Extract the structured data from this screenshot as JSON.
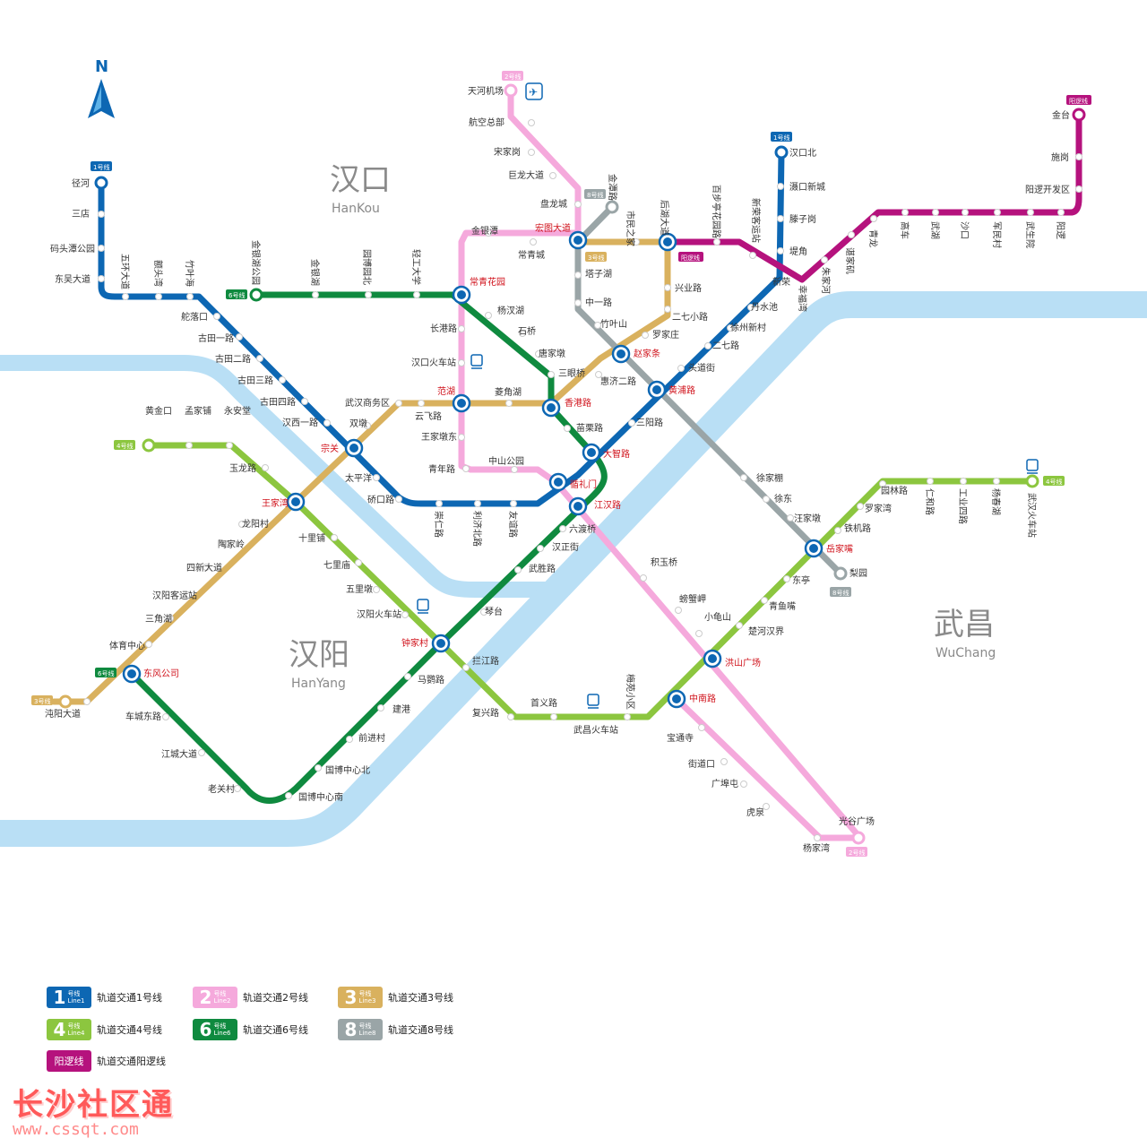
{
  "districts": {
    "hankou": {
      "cn": "汉口",
      "en": "HanKou"
    },
    "hanyang": {
      "cn": "汉阳",
      "en": "HanYang"
    },
    "wuchang": {
      "cn": "武昌",
      "en": "WuChang"
    }
  },
  "compass": {
    "letter": "N"
  },
  "colors": {
    "river": "#b9dff5",
    "line1": "#0d67b3",
    "line2": "#f5a9dc",
    "line3": "#d9b15e",
    "line4": "#8cc63f",
    "line6": "#0f8a3f",
    "line8": "#9aa5a7",
    "yangluo": "#b5127d"
  },
  "line_tags": {
    "line1_top": "1号线",
    "line1_left": "1号线",
    "line2_top": "2号线",
    "line2_bottom": "2号线",
    "line3_top": "3号线",
    "line3_left": "3号线",
    "line4_left": "4号线",
    "line4_right": "4号线",
    "line6_top": "6号线",
    "line6_left": "6号线",
    "line8_top": "8号线",
    "line8_bottom": "8号线",
    "yangluo_mid": "阳逻线",
    "yangluo_top": "阳逻线"
  },
  "stations": {
    "jinghe": "径河",
    "sandian": "三店",
    "matouta": "码头潭公园",
    "dongwu": "东吴大道",
    "wuhuan": "五环大道",
    "etouwan": "额头湾",
    "zhuyehai": "竹叶海",
    "qiaokou_luo": "舵落口",
    "gutian1": "古田一路",
    "gutian2": "古田二路",
    "gutian3": "古田三路",
    "gutian4": "古田四路",
    "hanxi1": "汉西一路",
    "zongguan": "宗关",
    "taipingyang": "太平洋",
    "qiaokoulu": "硚口路",
    "chongrenlu": "崇仁路",
    "lijibeilu": "利济北路",
    "youyilu": "友谊路",
    "xunlimen": "循礼门",
    "dazhilu": "大智路",
    "sanyanglu": "三阳路",
    "huangpulu": "黄浦路",
    "toudaojie": "头道街",
    "erqilu": "二七路",
    "xuzhouxincun": "徐州新村",
    "danshuichi": "丹水池",
    "xinrong": "新荣",
    "diijiao": "堤角",
    "tanzihu": "滕子岗",
    "tanzixincheng": "滠口新城",
    "hankoubei": "汉口北",
    "tianhejichang": "天河机场",
    "hangkongzongbu": "航空总部",
    "songjiagang": "宋家岗",
    "julongdadao": "巨龙大道",
    "panlongcheng": "盘龙城",
    "hongtudadao": "宏图大道",
    "jinyintan": "金银潭",
    "changqingcheng": "常青城",
    "changqinghuayuan": "常青花园",
    "changgang": "长港路",
    "hankouhuochezhan": "汉口火车站",
    "fanhu": "范湖",
    "wangjiadun": "王家墩东",
    "qingnianlu": "青年路",
    "zhongshangongyuan": "中山公园",
    "jianghanlu": "江汉路",
    "jiyuqiao": "积玉桥",
    "pipagang": "螃蟹岬",
    "xiaoguishan": "小龟山",
    "hongshanguangchang": "洪山广场",
    "zhongnanlu": "中南路",
    "baotongsi": "宝通寺",
    "jiedaokou": "街道口",
    "guangbutun": "广埠屯",
    "huquan": "虎泉",
    "yangjiawan": "杨家湾",
    "guangguguangchang": "光谷广场",
    "wuhanshangwuqu": "武汉商务区",
    "shuangdun": "双墩",
    "yunfeilu": "云飞路",
    "lingjiaohu": "菱角湖",
    "xianggang": "香港路",
    "huijierlu": "惠济二路",
    "zhaojiatiao": "赵家条",
    "luojiazhuang": "罗家庄",
    "erqixiaolu": "二七小路",
    "xingyelu": "兴业路",
    "houhu": "后湖大道",
    "shiminzhijia": "市民之家",
    "wangjiawan": "王家湾",
    "longyangcun": "龙阳村",
    "taojialing": "陶家岭",
    "sixindadao": "四新大道",
    "hanyangkeyun": "汉阳客运站",
    "sanjiaohu": "三角湖",
    "tiyuzhongxin": "体育中心",
    "dongfenggongsi": "东风公司",
    "zhuanyangdadao": "沌阳大道",
    "huangjinkou": "黄金口",
    "mengjiapu": "孟家铺",
    "yonganbao": "永安堂",
    "yulonglu": "玉龙路",
    "shilipu": "十里铺",
    "qilimiao": "七里庙",
    "wulidun": "五里墩",
    "hanyanghuochezhan": "汉阳火车站",
    "zhongjiacun": "钟家村",
    "lanjiang": "拦江路",
    "fuxinglu": "复兴路",
    "shouyilu": "首义路",
    "wuchanghuochezhan": "武昌火车站",
    "meiyuanxiaoqu": "梅苑小区",
    "chuhehanjie": "楚河汉界",
    "qingyuzui": "青鱼嘴",
    "dongting": "东亭",
    "yuejiazui": "岳家嘴",
    "tiejilu": "铁机路",
    "luojiawan": "罗家湾",
    "yuanlinlu": "园林路",
    "renhelu": "仁和路",
    "gongyesilu": "工业四路",
    "yangchunhu": "杨春湖",
    "wuhanhuochezhan": "武汉火车站",
    "jinyinhugongyuan": "金银湖公园",
    "jinyinhu": "金银湖",
    "yuanboyuanbei": "园博园北",
    "qinggongdaxue": "轻工大学",
    "yangchahu": "杨汊湖",
    "shiqiao": "石桥",
    "tangjiadun": "唐家墩",
    "sanyanqiao": "三眼桥",
    "miaolilu": "苗栗路",
    "liudu": "六渡桥",
    "hanzhengjie": "汉正街",
    "wushenglu": "武胜路",
    "qintai": "琴台",
    "maying": "马鹦路",
    "jiangang": "建港",
    "qianjincun": "前进村",
    "guobozhongxinbei": "国博中心北",
    "guobozhongxinnan": "国博中心南",
    "laoguancun": "老关村",
    "jiangchengdadao": "江城大道",
    "chechengdonglu": "车城东路",
    "jintanlu": "金潭路",
    "tazihu": "塔子湖",
    "zhongyilu": "中一路",
    "zhuyeshan": "竹叶山",
    "xujiapeng": "徐家棚",
    "xudong": "徐东",
    "wangjiadun2": "汪家墩",
    "liyuan": "梨园",
    "baibuting": "百步亭花园路",
    "xinrongkeyunzhan": "新荣客运站",
    "xinrongcun": "幸福湾",
    "zhujiahe": "朱家河",
    "tanjiadun": "谌家矶",
    "qinglong": "青龙",
    "gaoche": "高车",
    "wuhu": "武湖",
    "shakou": "沙口",
    "junmincun": "军民村",
    "wushengyuan": "武生院",
    "yangluo": "阳逻",
    "yangluokaifaqu": "阳逻开发区",
    "xugang": "施岗",
    "jintai": "金台"
  },
  "legend": [
    {
      "num": "1",
      "cn": "号线",
      "en": "Line1",
      "text": "轨道交通1号线",
      "color": "#0d67b3"
    },
    {
      "num": "2",
      "cn": "号线",
      "en": "Line2",
      "text": "轨道交通2号线",
      "color": "#f5a9dc"
    },
    {
      "num": "3",
      "cn": "号线",
      "en": "Line3",
      "text": "轨道交通3号线",
      "color": "#d9b15e"
    },
    {
      "num": "4",
      "cn": "号线",
      "en": "Line4",
      "text": "轨道交通4号线",
      "color": "#8cc63f"
    },
    {
      "num": "6",
      "cn": "号线",
      "en": "Line6",
      "text": "轨道交通6号线",
      "color": "#0f8a3f"
    },
    {
      "num": "8",
      "cn": "号线",
      "en": "Line8",
      "text": "轨道交通8号线",
      "color": "#9aa5a7"
    },
    {
      "num": "阳逻线",
      "cn": "",
      "en": "",
      "text": "轨道交通阳逻线",
      "color": "#b5127d"
    }
  ],
  "watermark": {
    "cn": "长沙社区通",
    "url": "www.cssqt.com"
  }
}
